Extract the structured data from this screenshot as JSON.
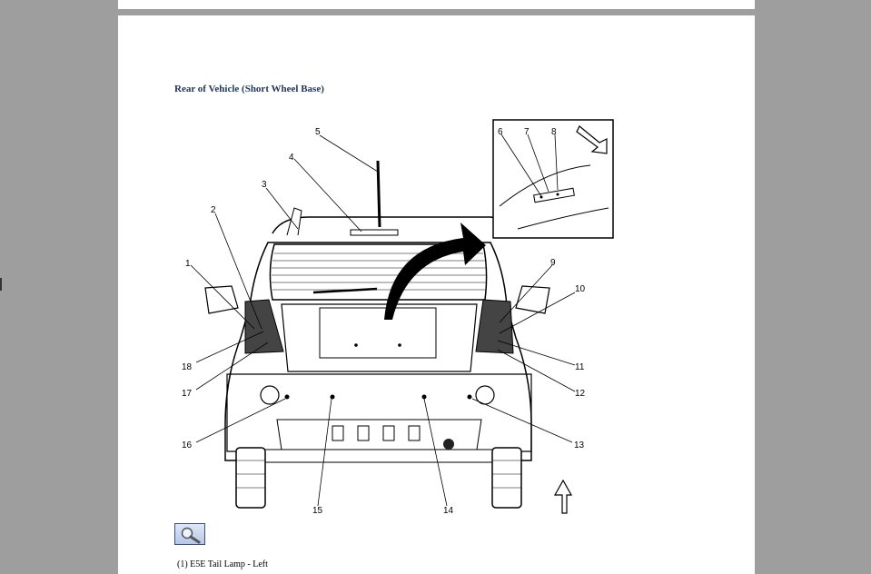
{
  "document": {
    "section_title": "Rear of Vehicle (Short Wheel Base)",
    "legend_first_item": "(1) E5E Tail Lamp - Left"
  },
  "callouts": {
    "c1": "1",
    "c2": "2",
    "c3": "3",
    "c4": "4",
    "c5": "5",
    "c6": "6",
    "c7": "7",
    "c8": "8",
    "c9": "9",
    "c10": "10",
    "c11": "11",
    "c12": "12",
    "c13": "13",
    "c14": "14",
    "c15": "15",
    "c16": "16",
    "c17": "17",
    "c18": "18"
  },
  "icons": {
    "zoom": "magnifier-icon",
    "view_direction": "up-arrow-icon",
    "inset_direction": "curved-arrow-icon"
  }
}
